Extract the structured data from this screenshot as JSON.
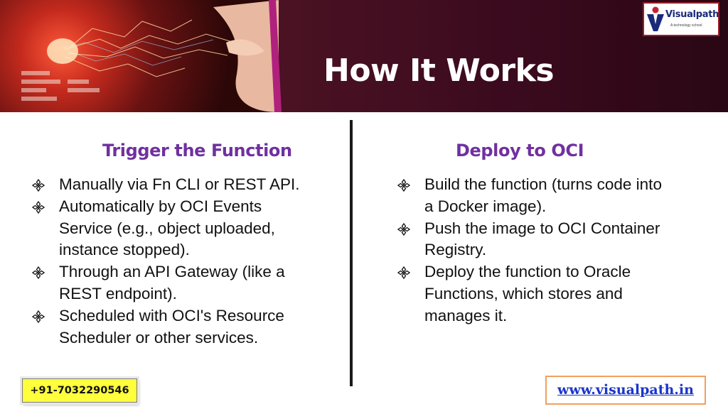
{
  "header": {
    "title": "How It Works",
    "logo": {
      "name": "Visualpath",
      "tagline": "A technology school"
    }
  },
  "left_column": {
    "heading": "Trigger the Function",
    "items": [
      {
        "lines": [
          "Manually via Fn CLI or REST API."
        ]
      },
      {
        "lines": [
          "Automatically by OCI Events",
          "Service (e.g., object uploaded,",
          "instance stopped)."
        ]
      },
      {
        "lines": [
          "Through an API Gateway (like a",
          "REST endpoint)."
        ]
      },
      {
        "lines": [
          "Scheduled with OCI's Resource",
          "Scheduler or other services."
        ]
      }
    ]
  },
  "right_column": {
    "heading": "Deploy to OCI",
    "items": [
      {
        "lines": [
          "Build the function (turns code into",
          "a Docker image)."
        ]
      },
      {
        "lines": [
          "Push the image to OCI Container",
          "Registry."
        ]
      },
      {
        "lines": [
          "Deploy the function to Oracle",
          "Functions, which stores and",
          "manages it."
        ]
      }
    ]
  },
  "footer": {
    "phone": "+91-7032290546",
    "website": "www.visualpath.in"
  },
  "colors": {
    "heading": "#7030a0",
    "banner": "#3a0d1a",
    "phone_bg": "#ffff3b",
    "link": "#1a35c9"
  },
  "icons": {
    "bullet": "diamond-bullet-icon"
  }
}
